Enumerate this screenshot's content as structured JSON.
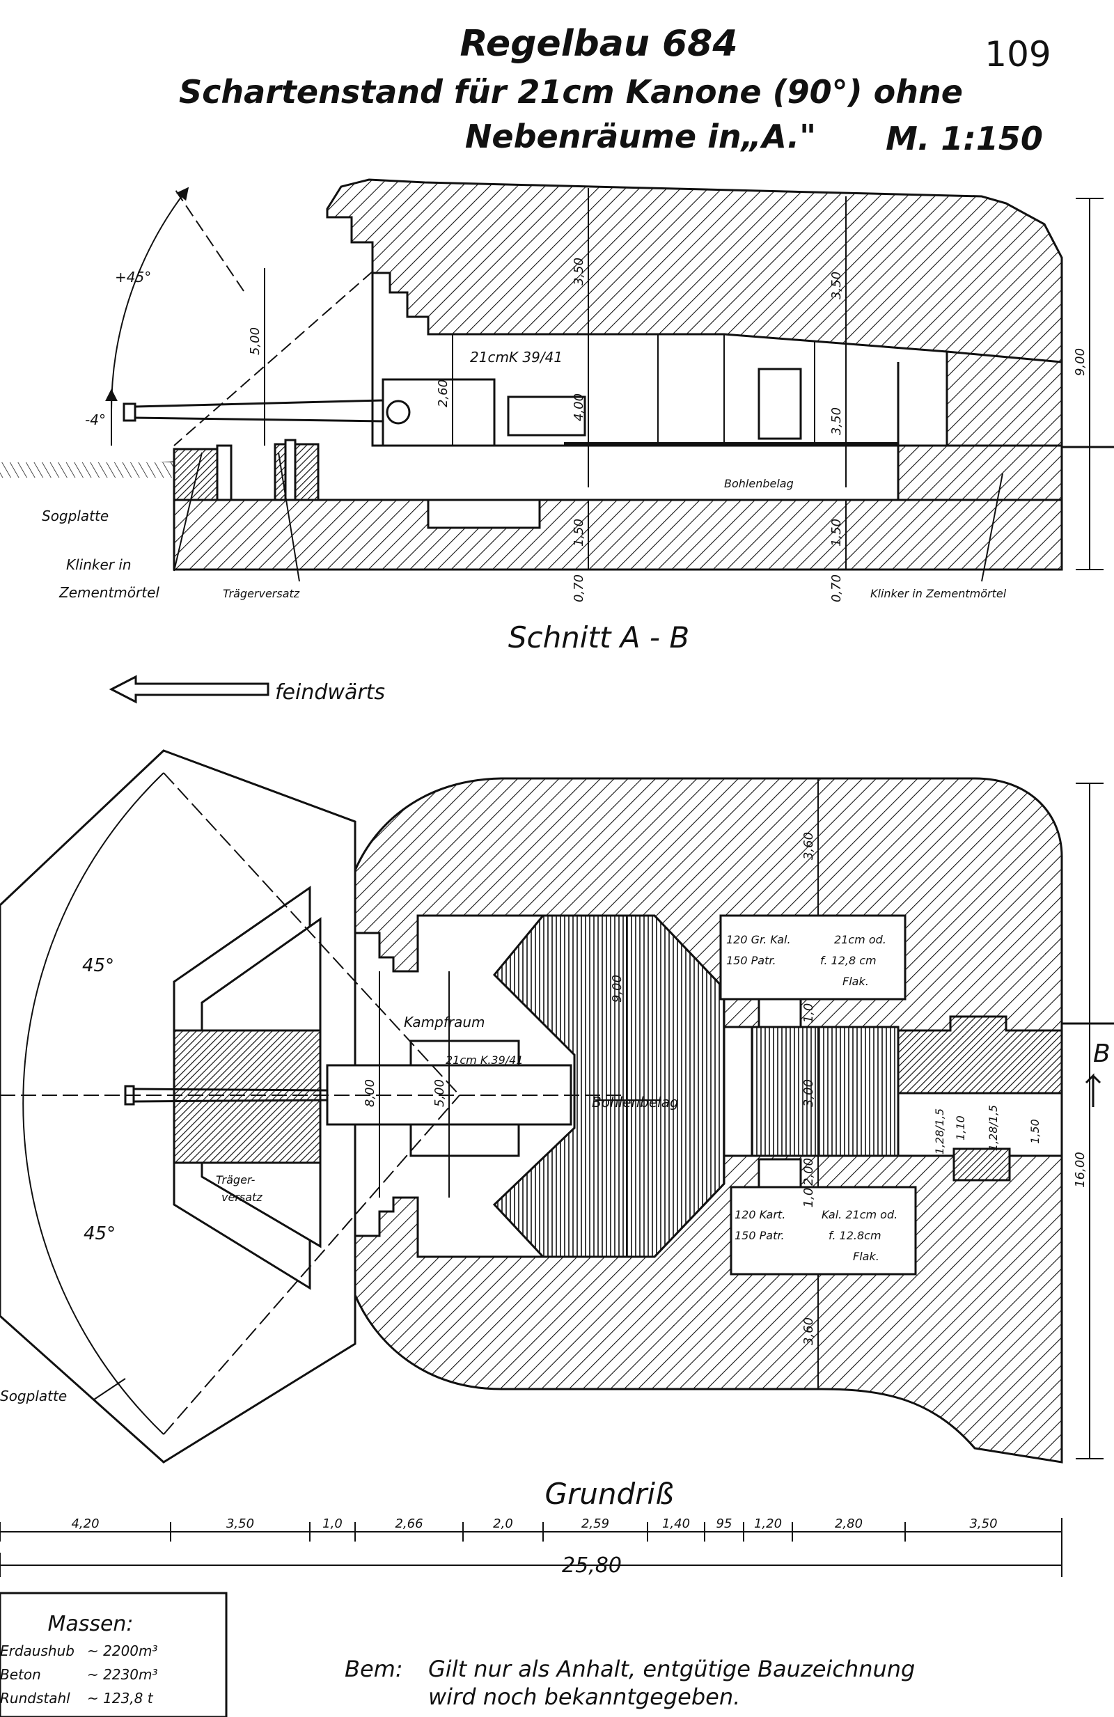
{
  "header": {
    "title": "Regelbau 684",
    "subtitle_line1": "Schartenstand für 21cm Kanone (90°) ohne",
    "subtitle_line2": "Nebenräume in„A.\"",
    "scale": "M. 1:150",
    "page_number": "109"
  },
  "section": {
    "caption": "Schnitt A - B",
    "enemy_direction": "feindwärts",
    "labels": {
      "gun": "21cmK 39/41",
      "plank_floor": "Bohlenbelag",
      "sogplatte": "Sogplatte",
      "klinker_left_1": "Klinker in",
      "klinker_left_2": "Zementmörtel",
      "traegerversatz": "Trägerversatz",
      "klinker_right": "Klinker in Zementmörtel",
      "elev_up": "+45°",
      "elev_down": "-4°"
    },
    "dimensions": {
      "roof_left": "3,50",
      "roof_right": "3,50",
      "height_left": "5,00",
      "gun_height": "2,60",
      "room_height": "4,00",
      "room_right": "3,50",
      "floor_left": "1,50",
      "floor_right": "1,50",
      "footing_left": "0,70",
      "footing_right": "0,70",
      "total_height": "9,00"
    }
  },
  "plan": {
    "caption": "Grundriß",
    "labels": {
      "angle_upper": "45°",
      "angle_lower": "45°",
      "kampfraum": "Kampfraum",
      "gun": "21cm K.39/41",
      "plank_floor": "Bohlenbelag",
      "traeger_1": "Träger-",
      "traeger_2": "versatz",
      "sogplatte": "Sogplatte",
      "section_mark": "B",
      "store_upper_1a": "120 Gr. Kal.",
      "store_upper_1b": "21cm od.",
      "store_upper_2a": "150 Patr.",
      "store_upper_2b": "f. 12,8 cm",
      "store_upper_3": "Flak.",
      "store_lower_1a": "120 Kart.",
      "store_lower_1b": "Kal. 21cm od.",
      "store_lower_2a": "150 Patr.",
      "store_lower_2b": "f. 12.8cm",
      "store_lower_3": "Flak."
    },
    "dimensions": {
      "wall_top": "3,60",
      "wall_bottom": "3,60",
      "room_width": "9,00",
      "gun_width": "8,00",
      "gun_inner": "5,00",
      "passage": "3,00",
      "small_1": "1,0",
      "small_2": "2,00",
      "small_3": "1,0",
      "door_1": "1,28/1,5",
      "door_2": "1,10",
      "door_3": "1,28/1,5",
      "door_4": "1,50",
      "total_depth": "16,00"
    },
    "bottom_dims": [
      "4,20",
      "3,50",
      "1,0",
      "2,66",
      "2,0",
      "2,59",
      "1,40",
      "95",
      "1,20",
      "2,80",
      "3,50"
    ],
    "total_length": "25,80"
  },
  "masses": {
    "title": "Massen:",
    "rows": [
      {
        "label": "Erdaushub",
        "value": "~ 2200m³"
      },
      {
        "label": "Beton",
        "value": "~ 2230m³"
      },
      {
        "label": "Rundstahl",
        "value": "~ 123,8 t"
      }
    ]
  },
  "note": {
    "prefix": "Bem:",
    "line1": "Gilt nur als Anhalt, entgütige Bauzeichnung",
    "line2": "wird noch bekanntgegeben."
  }
}
